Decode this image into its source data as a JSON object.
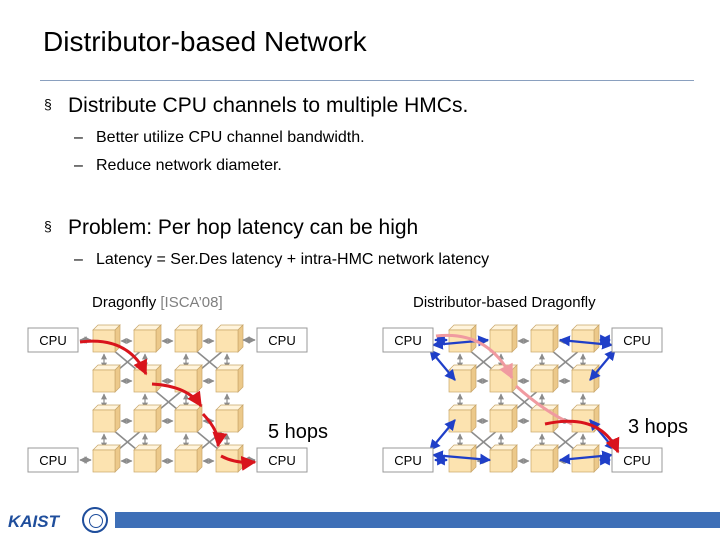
{
  "title": "Distributor-based Network",
  "bullets": [
    {
      "text": "Distribute CPU channels to multiple HMCs.",
      "subs": [
        "Better utilize CPU channel bandwidth.",
        "Reduce network diameter."
      ]
    },
    {
      "text": "Problem: Per hop latency can be high",
      "subs": [
        "Latency = Ser.Des latency + intra-HMC network latency"
      ]
    }
  ],
  "bullet_mark": "§",
  "sub_mark": "–",
  "left_diagram": {
    "caption": "Dragonfly",
    "citation": "[ISCA’08]",
    "hops_label": "5 hops",
    "cpu_labels": [
      "CPU",
      "CPU",
      "CPU",
      "CPU"
    ]
  },
  "right_diagram": {
    "caption": "Distributor-based Dragonfly",
    "hops_label": "3 hops",
    "cpu_labels": [
      "CPU",
      "CPU",
      "CPU",
      "CPU"
    ]
  },
  "footer": {
    "logo_text": "KAIST"
  },
  "colors": {
    "cube_face": "#fce3b0",
    "cube_edge": "#c8a66a",
    "arrow_gray": "#8c8c8c",
    "path_red": "#d9141c",
    "path_pink": "#f09aa0",
    "cpu_link_blue": "#1f3fc8",
    "footer_blue": "#3e6fb7"
  }
}
